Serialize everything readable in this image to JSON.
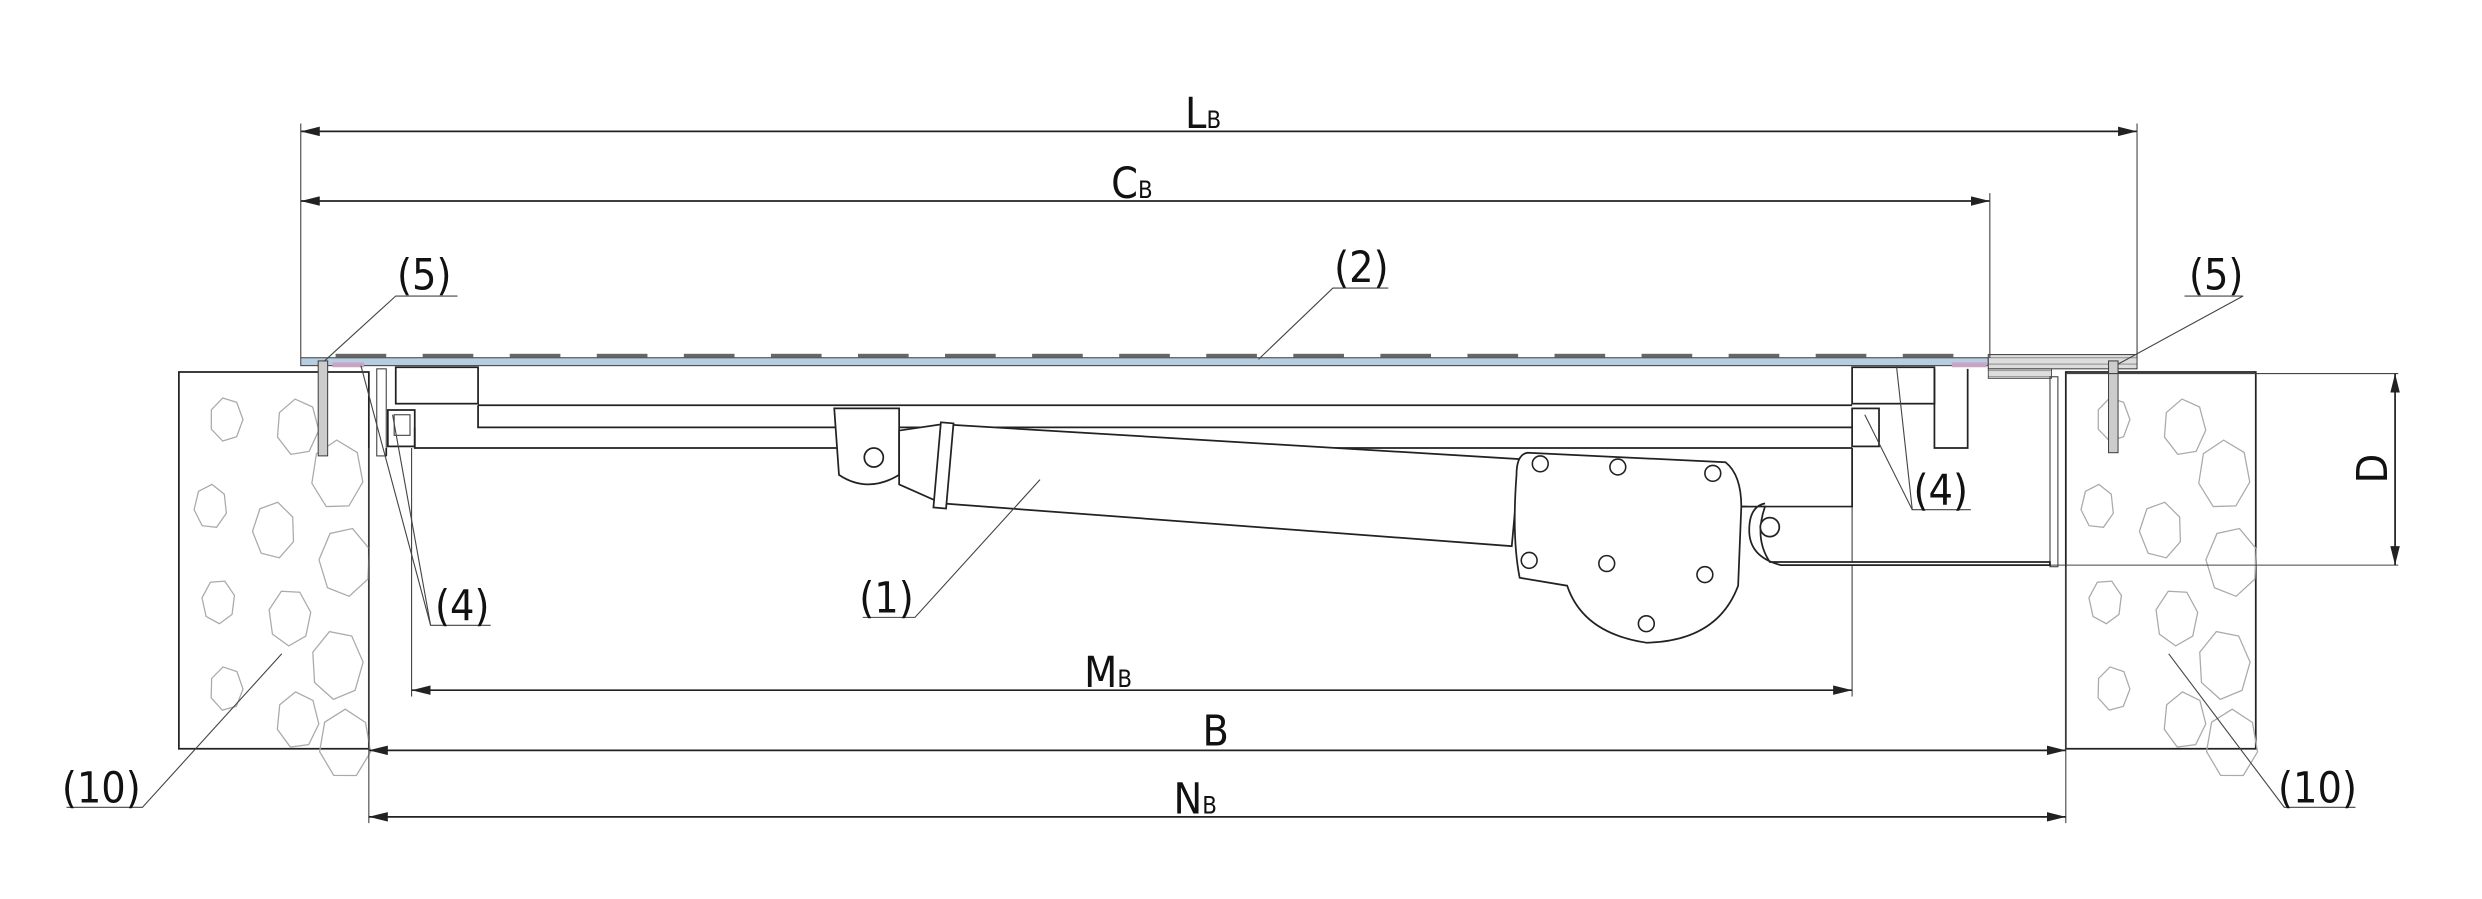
{
  "dimensions": {
    "lb": {
      "main": "L",
      "sub": "B"
    },
    "cb": {
      "main": "C",
      "sub": "B"
    },
    "mb": {
      "main": "M",
      "sub": "B"
    },
    "b": {
      "main": "B"
    },
    "nb": {
      "main": "N",
      "sub": "B"
    },
    "d": {
      "main": "D"
    }
  },
  "callouts": {
    "actuator": "(1)",
    "cover_plate": "(2)",
    "seal_left": "(4)",
    "seal_right": "(4)",
    "anchor_left": "(5)",
    "anchor_right": "(5)",
    "concrete_left": "(10)",
    "concrete_right": "(10)"
  },
  "colors": {
    "plate": "#b7cde0",
    "seal": "#c9a3c4",
    "line": "#222222",
    "stone": "#aaaaaa"
  }
}
